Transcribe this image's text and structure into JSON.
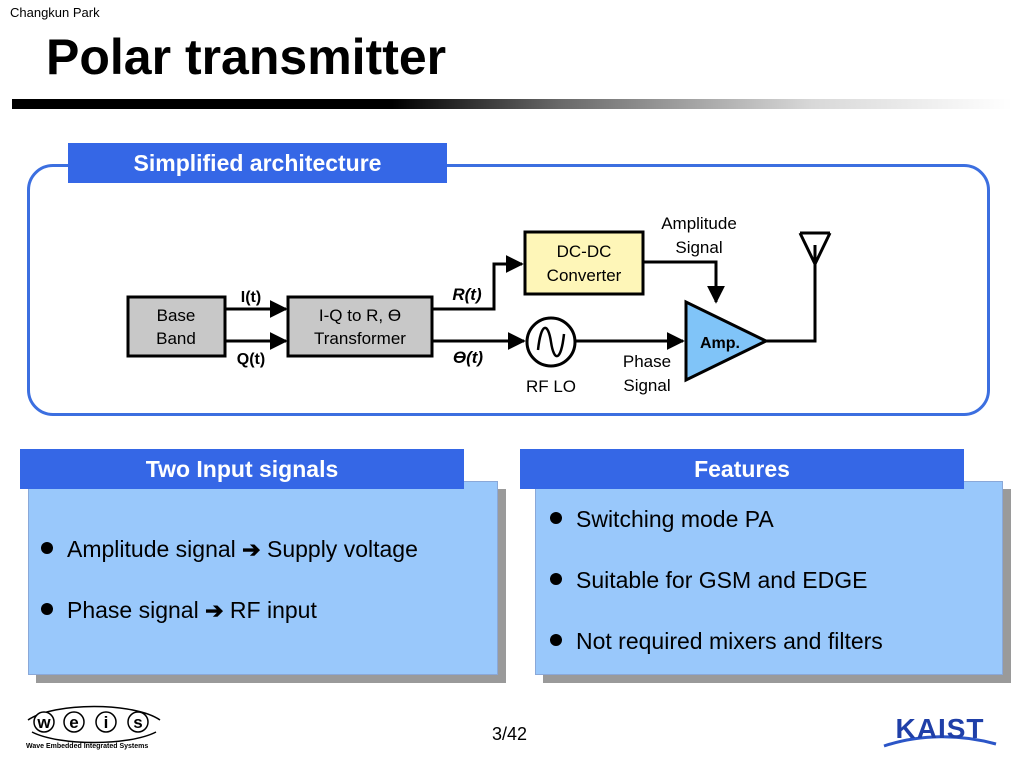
{
  "header": {
    "author": "Changkun Park",
    "title": "Polar transmitter"
  },
  "architecture": {
    "heading": "Simplified architecture",
    "baseband": [
      "Base",
      "Band"
    ],
    "transformer": [
      "I-Q to R, Ɵ",
      "Transformer"
    ],
    "dcdc": [
      "DC-DC",
      "Converter"
    ],
    "amp": "Amp.",
    "rflo": "RF LO",
    "i_signal": "I(t)",
    "q_signal": "Q(t)",
    "r_signal": "R(t)",
    "theta_signal": "Ɵ(t)",
    "amplitude_signal": [
      "Amplitude",
      "Signal"
    ],
    "phase_signal": [
      "Phase",
      "Signal"
    ]
  },
  "inputs": {
    "heading": "Two Input signals",
    "items": [
      {
        "left": "Amplitude signal",
        "arrow": "➔",
        "right": "Supply voltage"
      },
      {
        "left": "Phase signal",
        "arrow": "➔",
        "right": "RF input"
      }
    ]
  },
  "features": {
    "heading": "Features",
    "items": [
      "Switching mode PA",
      "Suitable for GSM and EDGE",
      "Not required mixers and filters"
    ]
  },
  "footer": {
    "page": "3/42",
    "weis_letters": [
      "w",
      "e",
      "i",
      "s"
    ],
    "weis_tagline": "Wave  Embedded  Integrated  Systems",
    "kaist": "KAIST"
  },
  "colors": {
    "header_blue": "#3567e6",
    "panel_blue": "#99c8fb",
    "border_blue": "#3c6fe0",
    "converter_yellow": "#fef6b8",
    "amp_blue": "#80c4f8",
    "block_gray": "#c8c8c8"
  }
}
